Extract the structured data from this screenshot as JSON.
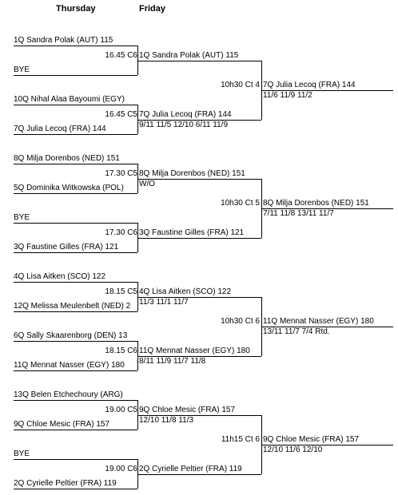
{
  "headers": {
    "thursday": "Thursday",
    "friday": "Friday"
  },
  "round1": [
    {
      "top": "1Q Sandra Polak (AUT) 115",
      "bottom": "BYE",
      "time": "16.45 C6",
      "winner": "1Q Sandra Polak (AUT) 115",
      "score": ""
    },
    {
      "top": "10Q Nihal Alaa Bayoumi (EGY)",
      "bottom": "7Q Julia Lecoq (FRA) 144",
      "time": "16.45 C5",
      "winner": "7Q Julia Lecoq (FRA) 144",
      "score": "9/11 11/5 12/10 6/11 11/9"
    },
    {
      "top": "8Q Milja Dorenbos (NED) 151",
      "bottom": "5Q Dominika Witkowska (POL)",
      "time": "17.30 C5",
      "winner": "8Q Milja Dorenbos (NED) 151",
      "score": "W/O"
    },
    {
      "top": "BYE",
      "bottom": "3Q Faustine Gilles (FRA) 121",
      "time": "17.30 C6",
      "winner": "3Q Faustine Gilles (FRA) 121",
      "score": ""
    },
    {
      "top": "4Q Lisa Aitken (SCO) 122",
      "bottom": "12Q Melissa Meulenbelt (NED) 2",
      "time": "18.15 C5",
      "winner": "4Q Lisa Aitken (SCO) 122",
      "score": "11/3 11/1 11/7"
    },
    {
      "top": "6Q Sally Skaarenborg (DEN) 13",
      "bottom": "11Q Mennat Nasser (EGY) 180",
      "time": "18.15 C6",
      "winner": "11Q Mennat Nasser (EGY) 180",
      "score": "8/11 11/9 11/7 11/8"
    },
    {
      "top": "13Q Belen Etchechoury (ARG)",
      "bottom": "9Q Chloe Mesic (FRA) 157",
      "time": "19.00 C5",
      "winner": "9Q Chloe Mesic (FRA) 157",
      "score": "12/10 11/8 11/3"
    },
    {
      "top": "BYE",
      "bottom": "2Q Cyrielle Peltier (FRA) 119",
      "time": "19.00 C6",
      "winner": "2Q Cyrielle Peltier (FRA) 119",
      "score": ""
    }
  ],
  "round2": [
    {
      "time": "10h30 Ct 4",
      "winner": "7Q Julia Lecoq (FRA) 144",
      "score": "11/6 11/9 11/2"
    },
    {
      "time": "10h30 Ct 5",
      "winner": "8Q Milja Dorenbos (NED) 151",
      "score": "7/11 11/8 13/11 11/7"
    },
    {
      "time": "10h30 Ct 6",
      "winner": "11Q Mennat Nasser (EGY) 180",
      "score": "13/11 11/7 7/4 Rtd."
    },
    {
      "time": "11h15 Ct 6",
      "winner": "9Q Chloe Mesic (FRA) 157",
      "score": "12/10 11/6 12/10"
    }
  ]
}
